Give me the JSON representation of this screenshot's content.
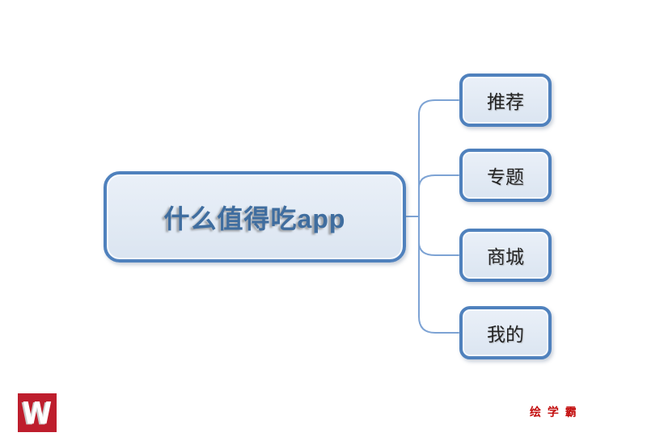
{
  "diagram": {
    "type": "mindmap",
    "root": {
      "label": "什么值得吃app"
    },
    "children": [
      {
        "label": "推荐"
      },
      {
        "label": "专题"
      },
      {
        "label": "商城"
      },
      {
        "label": "我的"
      }
    ]
  },
  "branding": {
    "logo_letter": "W",
    "site_name": "绘 学 霸"
  },
  "colors": {
    "node_border": "#4f81bd",
    "node_fill": "#dce6f2",
    "connector": "#7da3d4",
    "root_text": "#3f6d9f",
    "child_text": "#242424",
    "brand_red": "#be1e2d"
  }
}
